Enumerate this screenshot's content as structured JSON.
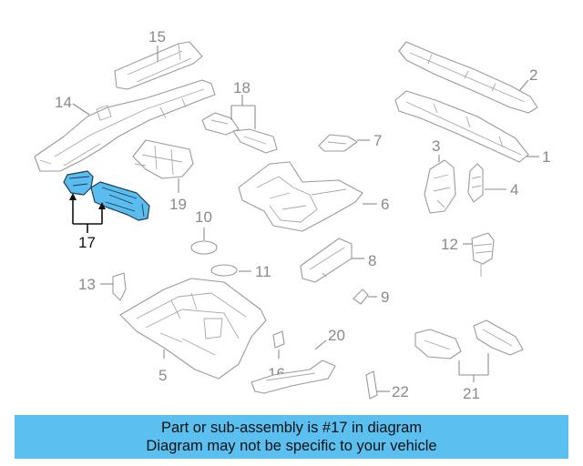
{
  "callouts": {
    "c1": "1",
    "c2": "2",
    "c3": "3",
    "c4": "4",
    "c5": "5",
    "c6": "6",
    "c7": "7",
    "c8": "8",
    "c9": "9",
    "c10": "10",
    "c11": "11",
    "c12": "12",
    "c13": "13",
    "c14": "14",
    "c15": "15",
    "c16": "16",
    "c17": "17",
    "c18": "18",
    "c19": "19",
    "c20": "20",
    "c21": "21",
    "c22": "22"
  },
  "highlighted_part": "17",
  "banner": {
    "line1": "Part or sub-assembly is #17 in diagram",
    "line2": "Diagram may not be specific to your vehicle"
  },
  "colors": {
    "highlight": "#5bbcf0",
    "banner_background": "#5bc0f0",
    "part_outline": "#9a9a9a",
    "callout_text": "#8a8a8a"
  }
}
